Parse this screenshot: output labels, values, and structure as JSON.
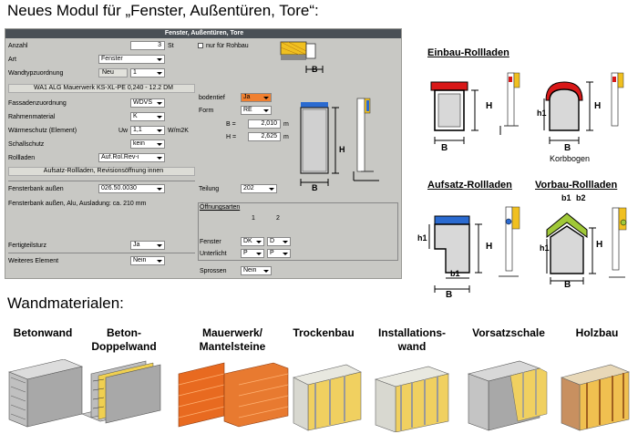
{
  "headline": "Neues Modul für „Fenster, Außentüren, Tore“:",
  "wand_title": "Wandmaterialen:",
  "panel": {
    "title": "Fenster, Außentüren, Tore",
    "anzahl_label": "Anzahl",
    "anzahl_value": "3",
    "anzahl_unit": "St",
    "rohbau_label": "nur für Rohbau",
    "art_label": "Art",
    "art_value": "Fenster",
    "wandtyp_label": "Wandtypzuordnung",
    "wandtyp_button": "Neu",
    "wandtyp_value": "1",
    "wall_info": "WA1 ALG Mauerwerk KS-XL-PE 0,240 - 12.2 DM",
    "fassade_label": "Fassadenzuordnung",
    "fassade_value": "WDVS",
    "rahmen_label": "Rahmenmaterial",
    "rahmen_value": "K",
    "waerme_label": "Wärmeschutz (Element)",
    "waerme_uw": "Uw",
    "waerme_value": "1,1",
    "waerme_unit": "W/m2K",
    "schall_label": "Schallschutz",
    "schall_value": "kein",
    "rolladen_label": "Rollladen",
    "rolladen_value": "Auf.Rol.Rev-i",
    "rolladen_info": "Aufsatz-Rollladen, Revisionsöffnung innen",
    "bodentief_label": "bodentief",
    "bodentief_value": "Ja",
    "form_label": "Form",
    "form_value": "RE",
    "b_label": "B =",
    "b_value": "2,010",
    "b_unit": "m",
    "h_label": "H =",
    "h_value": "2,625",
    "h_unit": "m",
    "fensterbank_label": "Fensterbank außen",
    "fensterbank_value": "026.50.0030",
    "fensterbank_info": "Fensterbank außen, Alu, Ausladung: ca. 210 mm",
    "teilung_label": "Teilung",
    "teilung_value": "202",
    "oeffnung_label": "Öffnungsarten",
    "col1": "1",
    "col2": "2",
    "fenster_label": "Fenster",
    "fenster_v1": "DK",
    "fenster_v2": "D",
    "unterlicht_label": "Unterlicht",
    "unterlicht_v1": "P",
    "unterlicht_v2": "P",
    "sprossen_label": "Sprossen",
    "sprossen_value": "Nein",
    "fertig_label": "Fertigteilsturz",
    "fertig_value": "Ja",
    "weiteres_label": "Weiteres Element",
    "weiteres_value": "Nein",
    "dim_b": "B",
    "dim_h": "H"
  },
  "rollladen": {
    "einbau_title": "Einbau-Rollladen",
    "aufsatz_title": "Aufsatz-Rollladen",
    "vorbau_title": "Vorbau-Rollladen",
    "label_b": "B",
    "label_h": "H",
    "label_h1": "h1",
    "label_b1": "b1",
    "label_b2": "b2",
    "korbbogen": "Korbbogen"
  },
  "materials": [
    {
      "label": "Betonwand"
    },
    {
      "label": "Beton-\nDoppelwand"
    },
    {
      "label": "Mauerwerk/\nMantelsteine"
    },
    {
      "label": "Trockenbau"
    },
    {
      "label": "Installations-\nwand"
    },
    {
      "label": "Vorsatzschale"
    },
    {
      "label": "Holzbau"
    }
  ]
}
